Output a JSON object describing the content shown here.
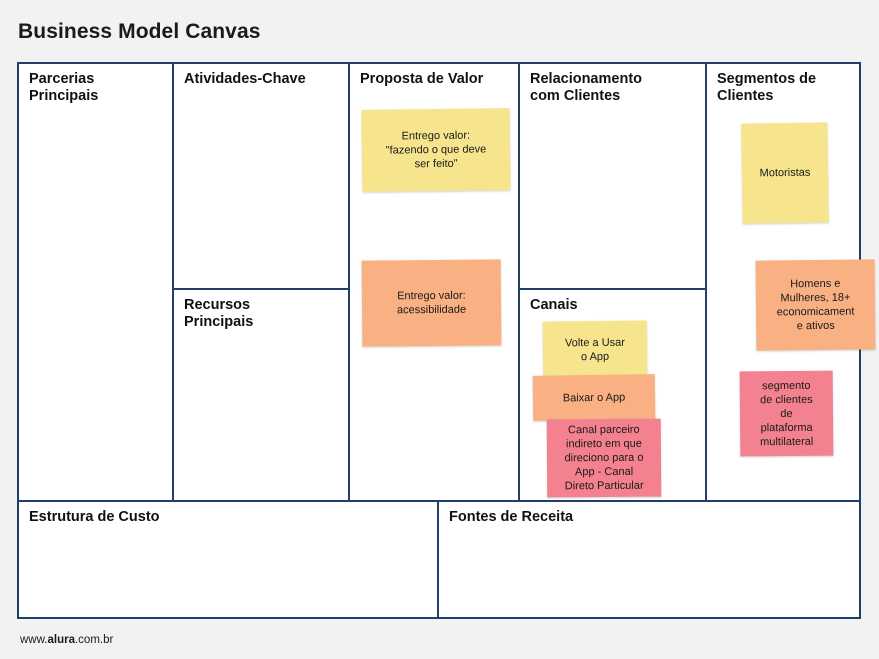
{
  "page": {
    "title": "Business Model Canvas",
    "footer_url_prefix": "www.",
    "footer_url_brand": "alura",
    "footer_url_suffix": ".com.br",
    "border_color": "#1f3f68",
    "background_color": "#f2f2f2",
    "canvas_background": "#ffffff"
  },
  "note_colors": {
    "yellow": "#f7e58e",
    "orange": "#f9b183",
    "pink": "#f4818f"
  },
  "cells": {
    "parcerias_principais": {
      "title": "Parcerias\nPrincipais"
    },
    "atividades_chave": {
      "title": "Atividades-Chave"
    },
    "recursos_principais": {
      "title": "Recursos\nPrincipais"
    },
    "proposta_de_valor": {
      "title": "Proposta de Valor"
    },
    "relacionamento_com_clientes": {
      "title": "Relacionamento\ncom Clientes"
    },
    "canais": {
      "title": "Canais"
    },
    "segmentos_de_clientes": {
      "title": "Segmentos de\nClientes"
    },
    "estrutura_de_custo": {
      "title": "Estrutura de Custo"
    },
    "fontes_de_receita": {
      "title": "Fontes de Receita"
    }
  },
  "notes": {
    "proposta_de_valor": [
      {
        "text": "Entrego valor:\n\"fazendo o que deve\nser feito\"",
        "color": "yellow"
      },
      {
        "text": "Entrego valor:\nacessibilidade",
        "color": "orange"
      }
    ],
    "canais": [
      {
        "text": "Volte a Usar\no App",
        "color": "yellow"
      },
      {
        "text": "Baixar o App",
        "color": "orange"
      },
      {
        "text": "Canal parceiro\nindireto em que\ndireciono para o\nApp - Canal\nDireto Particular",
        "color": "pink"
      }
    ],
    "segmentos_de_clientes": [
      {
        "text": "Motoristas",
        "color": "yellow"
      },
      {
        "text": "Homens e\nMulheres, 18+\neconomicament\ne ativos",
        "color": "orange"
      },
      {
        "text": "segmento\nde clientes\nde\nplataforma\nmultilateral",
        "color": "pink"
      }
    ]
  }
}
